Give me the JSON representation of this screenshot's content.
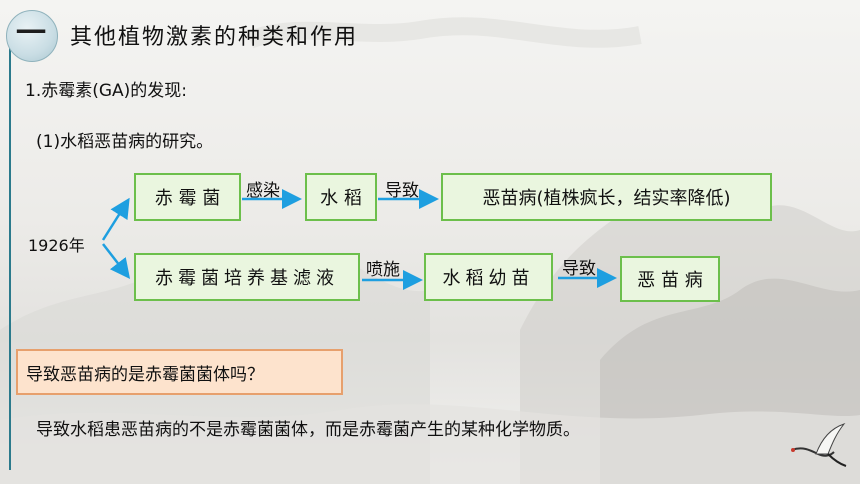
{
  "title": {
    "number": "一",
    "text": "其他植物激素的种类和作用"
  },
  "section": {
    "heading": "1.赤霉素(GA)的发现:",
    "subheading": "(1)水稻恶苗病的研究。"
  },
  "diagram": {
    "year": "1926年",
    "row1": {
      "box1": "赤 霉 菌",
      "arrow1": "感染",
      "box2": "水 稻",
      "arrow2": "导致",
      "box3": "恶苗病(植株疯长，结实率降低)"
    },
    "row2": {
      "box1": "赤霉菌培养基滤液",
      "arrow1": "喷施",
      "box2": "水稻幼苗",
      "arrow2": "导致",
      "box3": "恶 苗 病"
    }
  },
  "question": "导致恶苗病的是赤霉菌菌体吗？",
  "answer": "导致水稻患恶苗病的不是赤霉菌菌体，而是赤霉菌产生的某种化学物质。",
  "colors": {
    "box_fill": "#eaf6df",
    "box_border": "#6cbf4b",
    "arrow": "#1e9fe0",
    "question_fill": "#fde3cd",
    "question_border": "#e7a06d"
  }
}
